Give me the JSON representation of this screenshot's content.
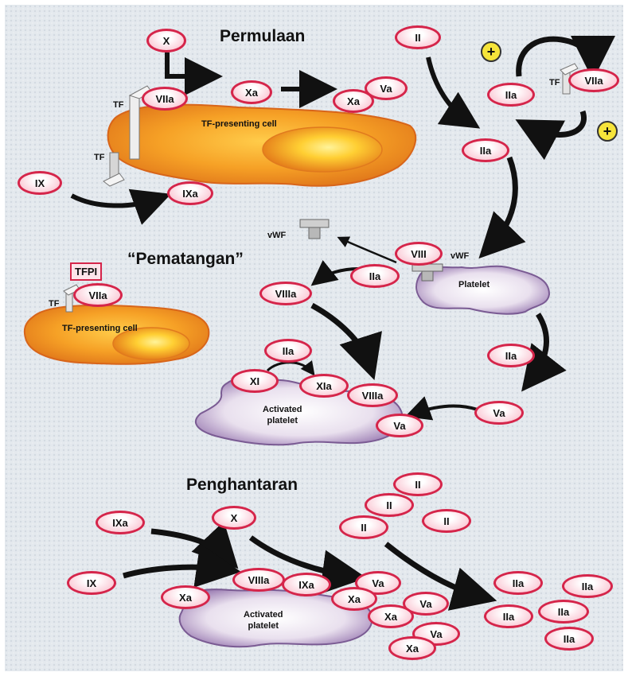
{
  "phases": {
    "initiation": "Permulaan",
    "amplification": "“Pematangan”",
    "propagation": "Penghantaran"
  },
  "cells": {
    "tf_cell_1": "TF-presenting cell",
    "tf_cell_2": "TF-presenting cell",
    "platelet": "Platelet",
    "activated_platelet_1": [
      "Activated",
      "platelet"
    ],
    "activated_platelet_2": [
      "Activated",
      "platelet"
    ]
  },
  "labels": {
    "tf_a": "TF",
    "tf_b": "TF",
    "tf_c": "TF",
    "tf_d": "TF",
    "vwf_free": "vWF",
    "vwf_bound": "vWF",
    "tfpi": "TFPI",
    "plus": "+"
  },
  "factors": {
    "init_x": "X",
    "init_viia": "VIIa",
    "init_xa_mid": "Xa",
    "init_xa": "Xa",
    "init_va": "Va",
    "init_ix": "IX",
    "init_ixa": "IXa",
    "init_ii": "II",
    "loop_iia": "IIa",
    "loop_viia": "VIIa",
    "iia_mid": "IIa",
    "viii": "VIII",
    "amp_iia": "IIa",
    "viiia": "VIIIa",
    "tfpi_viia": "VIIa",
    "ap_iia": "IIa",
    "xi": "XI",
    "xia": "XIa",
    "ap_viiia": "VIIIa",
    "ap_va": "Va",
    "right_iia": "IIa",
    "right_va": "Va",
    "prop_ixa": "IXa",
    "prop_x": "X",
    "prop_ix": "IX",
    "prop_xa_left": "Xa",
    "prop_viiia": "VIIIa",
    "prop_ixa2": "IXa",
    "prop_va": "Va",
    "prop_xa_2": "Xa",
    "prop_va_2": "Va",
    "prop_xa_3": "Xa",
    "prop_va_3": "Va",
    "prop_xa_4": "Xa",
    "ii_1": "II",
    "ii_2": "II",
    "ii_3": "II",
    "ii_4": "II",
    "iia_1": "IIa",
    "iia_2": "IIa",
    "iia_3": "IIa",
    "iia_4": "IIa",
    "iia_5": "IIa"
  },
  "colors": {
    "factor_border": "#d5254a",
    "factor_fill": "#fbd2dc",
    "cell_orange": "#f08a1c",
    "cell_yellow": "#ffd23c",
    "platelet_purple": "#8b6fa3",
    "plus_yellow": "#f6e43a",
    "background": "#e9edf1"
  }
}
